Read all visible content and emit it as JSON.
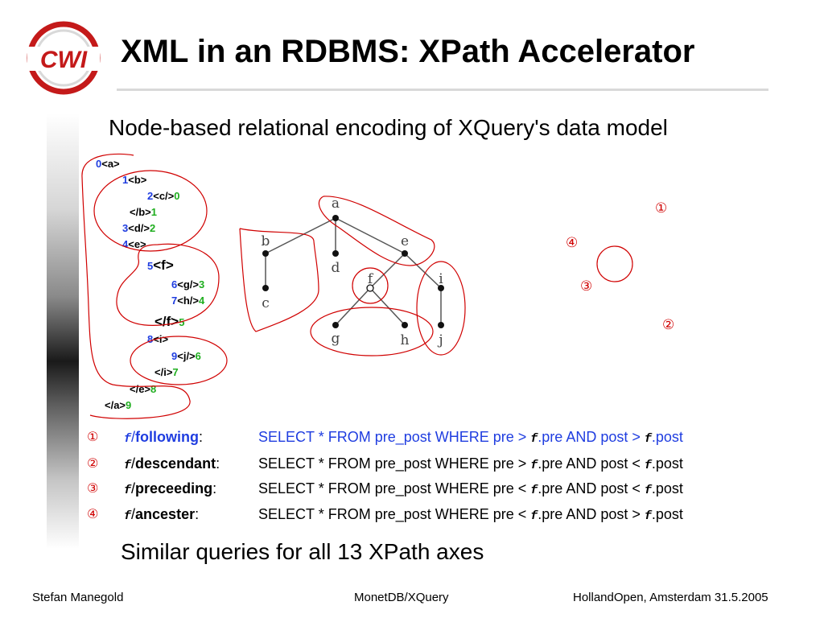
{
  "logo": {
    "text": "CWI"
  },
  "title": "XML in an RDBMS: XPath Accelerator",
  "subtitle": "Node-based relational encoding of XQuery's data model",
  "xml_lines": [
    {
      "pre": "0",
      "tag": "<a>",
      "post": ""
    },
    {
      "pre": "1",
      "tag": "<b>",
      "post": ""
    },
    {
      "pre": "2",
      "tag": "<c/>",
      "post": "0"
    },
    {
      "pre": "",
      "tag": "</b>",
      "post": "1"
    },
    {
      "pre": "3",
      "tag": "<d/>",
      "post": "2"
    },
    {
      "pre": "4",
      "tag": "<e>",
      "post": ""
    },
    {
      "pre": "5",
      "tag": "<f>",
      "post": ""
    },
    {
      "pre": "6",
      "tag": "<g/>",
      "post": "3"
    },
    {
      "pre": "7",
      "tag": "<h/>",
      "post": "4"
    },
    {
      "pre": "",
      "tag": "</f>",
      "post": "5"
    },
    {
      "pre": "8",
      "tag": "<i>",
      "post": ""
    },
    {
      "pre": "9",
      "tag": "<j/>",
      "post": "6"
    },
    {
      "pre": "",
      "tag": "</i>",
      "post": "7"
    },
    {
      "pre": "",
      "tag": "</e>",
      "post": "8"
    },
    {
      "pre": "",
      "tag": "</a>",
      "post": "9"
    }
  ],
  "tree_nodes": [
    "a",
    "b",
    "d",
    "e",
    "c",
    "f",
    "i",
    "g",
    "h",
    "j"
  ],
  "region_labels": [
    "①",
    "④",
    "③",
    "②"
  ],
  "queries": [
    {
      "num": "①",
      "f": "f",
      "sep": "/",
      "axis": "following",
      "colon": ":",
      "sql1": "SELECT * FROM pre_post WHERE pre > ",
      "f1": "f",
      "sql2": ".pre AND post > ",
      "f2": "f",
      "sql3": ".post"
    },
    {
      "num": "②",
      "f": "f",
      "sep": "/",
      "axis": "descendant",
      "colon": ":",
      "sql1": "SELECT * FROM pre_post WHERE pre > ",
      "f1": "f",
      "sql2": ".pre AND post < ",
      "f2": "f",
      "sql3": ".post"
    },
    {
      "num": "③",
      "f": "f",
      "sep": "/",
      "axis": "preceeding",
      "colon": ":",
      "sql1": "SELECT * FROM pre_post WHERE pre < ",
      "f1": "f",
      "sql2": ".pre AND post < ",
      "f2": "f",
      "sql3": ".post"
    },
    {
      "num": "④",
      "f": "f",
      "sep": "/",
      "axis": "ancester",
      "colon": ":",
      "sql1": "SELECT * FROM pre_post WHERE pre < ",
      "f1": "f",
      "sql2": ".pre AND post > ",
      "f2": "f",
      "sql3": ".post"
    }
  ],
  "similar": "Similar queries for all 13 XPath axes",
  "footer": {
    "left": "Stefan Manegold",
    "center": "MonetDB/XQuery",
    "right": "HollandOpen, Amsterdam 31.5.2005"
  },
  "colors": {
    "pre": "#1f3de0",
    "post": "#1fae1f",
    "annotation": "#d00000",
    "logo": "#c41a1a"
  }
}
